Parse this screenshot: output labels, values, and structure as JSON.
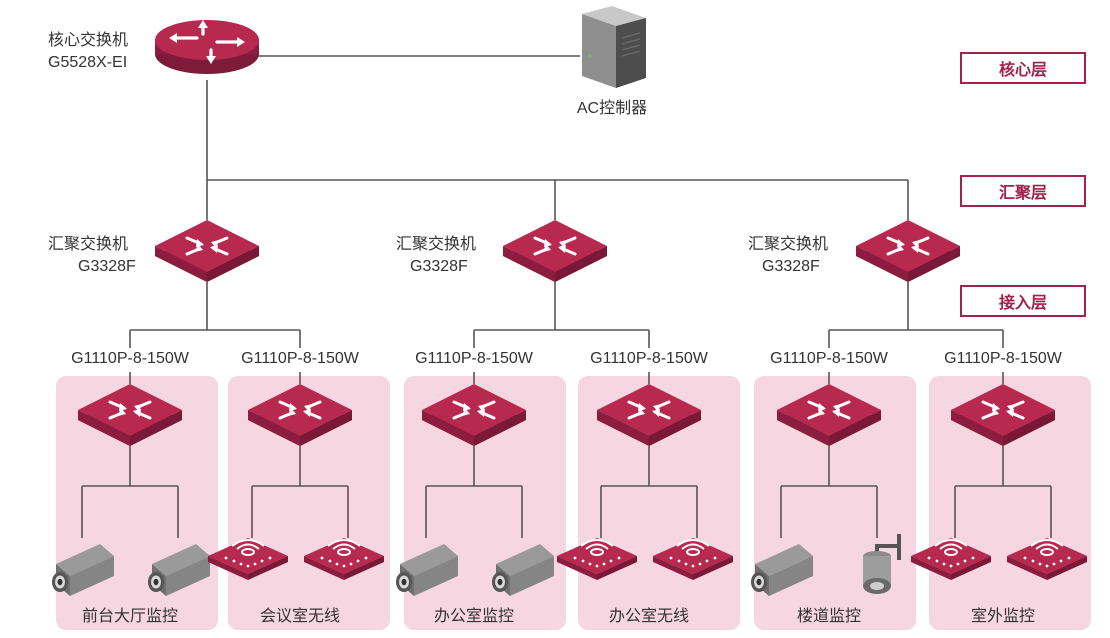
{
  "layers": {
    "core": "核心层",
    "aggregation": "汇聚层",
    "access": "接入层"
  },
  "core_switch": {
    "name": "核心交换机",
    "model": "G5528X-EI",
    "icon": "router-icon"
  },
  "ac_controller": {
    "label": "AC控制器",
    "icon": "server-icon"
  },
  "aggregation_switches": [
    {
      "name": "汇聚交换机",
      "model": "G3328F"
    },
    {
      "name": "汇聚交换机",
      "model": "G3328F"
    },
    {
      "name": "汇聚交换机",
      "model": "G3328F"
    }
  ],
  "access_switches": [
    {
      "model": "G1110P-8-150W",
      "group_label": "前台大厅监控",
      "devices": [
        "camera",
        "camera"
      ]
    },
    {
      "model": "G1110P-8-150W",
      "group_label": "会议室无线",
      "devices": [
        "wireless-ap",
        "wireless-ap"
      ]
    },
    {
      "model": "G1110P-8-150W",
      "group_label": "办公室监控",
      "devices": [
        "camera",
        "camera"
      ]
    },
    {
      "model": "G1110P-8-150W",
      "group_label": "办公室无线",
      "devices": [
        "wireless-ap",
        "wireless-ap"
      ]
    },
    {
      "model": "G1110P-8-150W",
      "group_label": "楼道监控",
      "devices": [
        "camera",
        "dome-camera"
      ]
    },
    {
      "model": "G1110P-8-150W",
      "group_label": "室外监控",
      "devices": [
        "wireless-ap",
        "wireless-ap"
      ]
    }
  ],
  "colors": {
    "device": "#a3224a",
    "device_top": "#b8294f",
    "line": "#555555",
    "group_bg": "#f6d6e0",
    "badge": "#a3224a"
  }
}
